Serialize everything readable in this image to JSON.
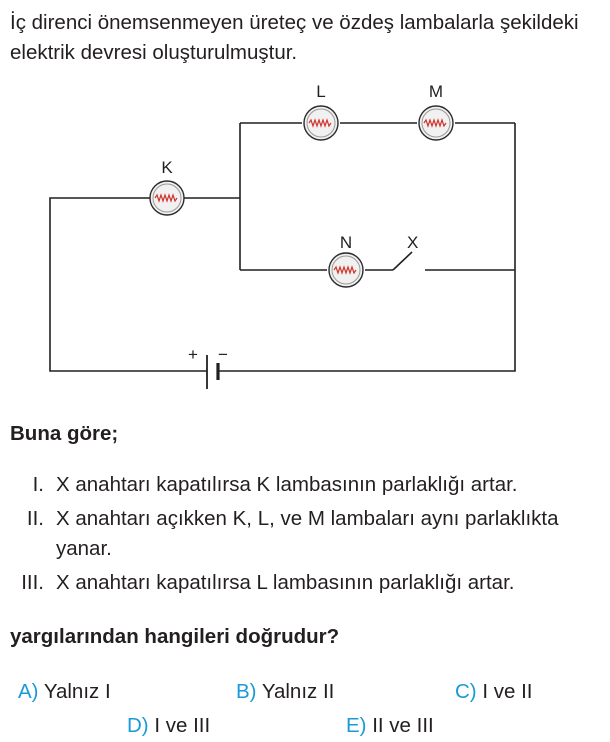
{
  "intro": "İç direnci önemsenmeyen üreteç ve özdeş lambalarla şekildeki elektrik devresi oluşturulmuştur.",
  "circuit": {
    "lamps": [
      "K",
      "L",
      "M",
      "N"
    ],
    "switch": "X",
    "battery_plus": "+",
    "battery_minus": "−"
  },
  "heading": "Buna göre;",
  "statements": [
    {
      "num": "I.",
      "text": "X anahtarı kapatılırsa K lambasının parlaklığı artar."
    },
    {
      "num": "II.",
      "text": "X anahtarı açıkken K, L, ve M lambaları aynı parlaklıkta yanar."
    },
    {
      "num": "III.",
      "text": "X anahtarı kapatılırsa L lambasının parlaklığı artar."
    }
  ],
  "question": "yargılarından hangileri doğrudur?",
  "choices": [
    {
      "letter": "A)",
      "text": "Yalnız I"
    },
    {
      "letter": "B)",
      "text": "Yalnız II"
    },
    {
      "letter": "C)",
      "text": "I ve II"
    },
    {
      "letter": "D)",
      "text": "I ve III"
    },
    {
      "letter": "E)",
      "text": "II ve III"
    }
  ],
  "colors": {
    "text": "#231f20",
    "choice_letter": "#1a9ad6",
    "filament": "#d0342c"
  }
}
